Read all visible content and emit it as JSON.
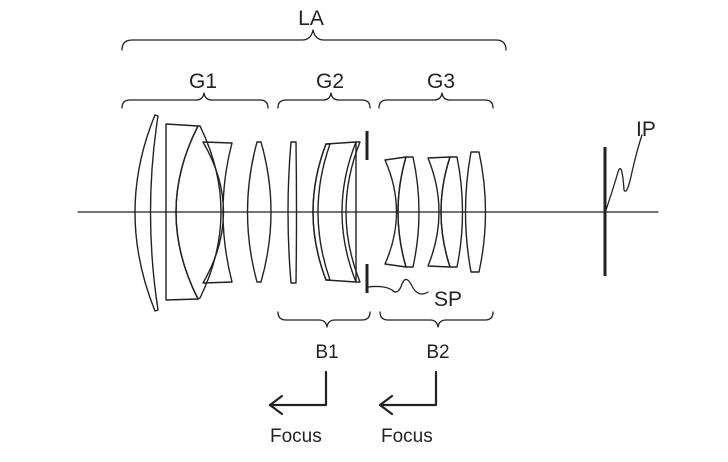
{
  "labels": {
    "la": "LA",
    "g1": "G1",
    "g2": "G2",
    "g3": "G3",
    "ip": "IP",
    "sp": "SP",
    "b1": "B1",
    "b2": "B2",
    "focus_1": "Focus",
    "focus_2": "Focus"
  }
}
